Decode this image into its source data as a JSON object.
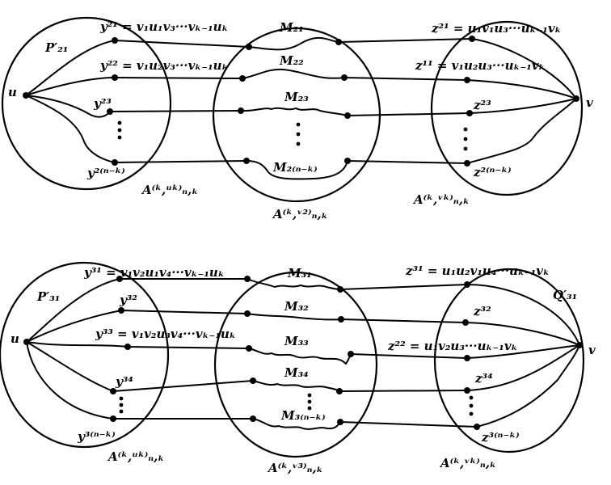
{
  "diagram": {
    "top": {
      "labels": {
        "u": "u",
        "v": "v",
        "P": "P′₂₁",
        "y21": "y²¹ = v₁u₁v₃···vₖ₋₁uₖ",
        "y22": "y²² = v₁u₂v₃···vₖ₋₁uₖ",
        "y23": "y²³",
        "y2nk": "y²⁽ⁿ⁻ᵏ⁾",
        "M21": "M₂₁",
        "M22": "M₂₂",
        "M23": "M₂₃",
        "M2nk": "M₂₍ₙ₋ₖ₎",
        "z21": "z²¹ = u₁v₁u₃···uₖ₋₁vₖ",
        "z11": "z¹¹ = v₁u₂u₃···uₖ₋₁vₖ",
        "z23": "z²³",
        "z2nk": "z²⁽ⁿ⁻ᵏ⁾",
        "A_left": "A⁽ᵏ,ᵘᵏ⁾ₙ,ₖ",
        "A_mid": "A⁽ᵏ,ᵛ²⁾ₙ,ₖ",
        "A_right": "A⁽ᵏ,ᵛᵏ⁾ₙ,ₖ"
      }
    },
    "bottom": {
      "labels": {
        "u": "u",
        "v": "v",
        "P": "P′₃₁",
        "Q": "Q′₃₁",
        "y31": "y³¹ = v₁v₂u₁v₄···vₖ₋₁uₖ",
        "y32": "y³²",
        "y33": "y³³ = v₁v₂u₃v₄···vₖ₋₁uₖ",
        "y34": "y³⁴",
        "y3nk": "y³⁽ⁿ⁻ᵏ⁾",
        "M31": "M₃₁",
        "M32": "M₃₂",
        "M33": "M₃₃",
        "M34": "M₃₄",
        "M3nk": "M₃₍ₙ₋ₖ₎",
        "z31": "z³¹ = u₁u₂v₁u₄···uₖ₋₁vₖ",
        "z32": "z³²",
        "z22": "z²² = u₁v₂u₃···uₖ₋₁vₖ",
        "z34": "z³⁴",
        "z3nk": "z³⁽ⁿ⁻ᵏ⁾",
        "A_left": "A⁽ᵏ,ᵘᵏ⁾ₙ,ₖ",
        "A_mid": "A⁽ᵏ,ᵛ³⁾ₙ,ₖ",
        "A_right": "A⁽ᵏ,ᵛᵏ⁾ₙ,ₖ"
      }
    }
  }
}
